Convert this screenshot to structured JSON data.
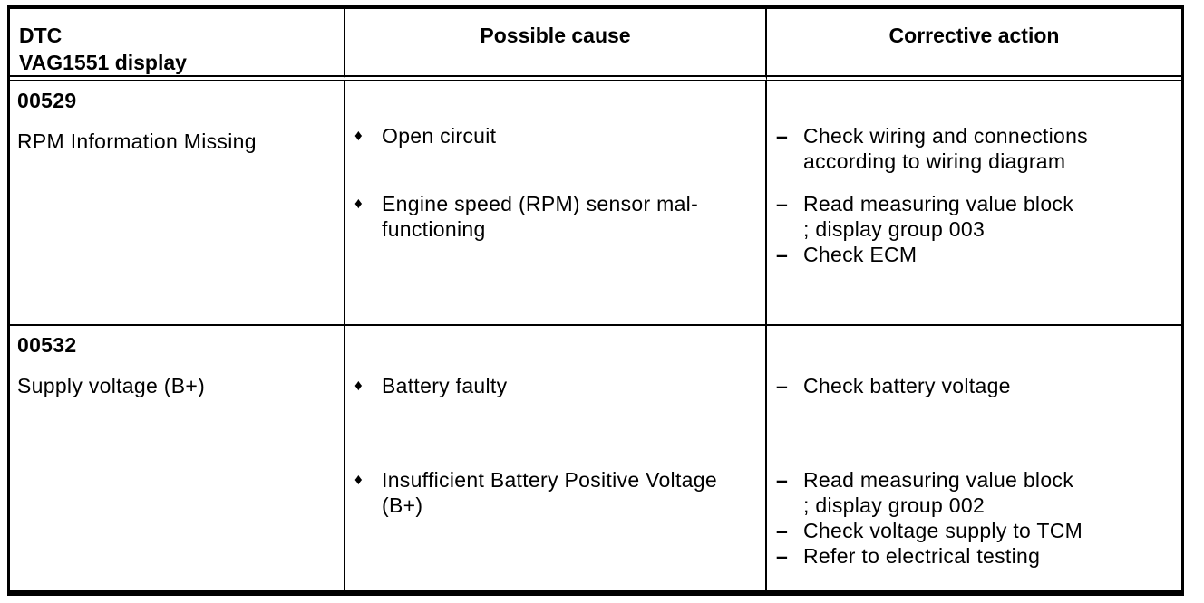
{
  "glyphs": {
    "cause_bullet": "♦",
    "action_dash": "–"
  },
  "table": {
    "columns": [
      "DTC\nVAG1551 display",
      "Possible cause",
      "Corrective action"
    ],
    "rows": [
      {
        "code": "00529",
        "name": "RPM Information Missing",
        "entries": [
          {
            "cause": "Open circuit",
            "actions": [
              "Check wiring and connections\naccording to wiring diagram"
            ]
          },
          {
            "cause": "Engine speed (RPM) sensor mal-\nfunctioning",
            "actions": [
              "Read measuring value block\n; display group 003",
              "Check ECM"
            ]
          }
        ]
      },
      {
        "code": "00532",
        "name": "Supply voltage (B+)",
        "entries": [
          {
            "cause": "Battery faulty",
            "actions": [
              "Check battery voltage"
            ]
          },
          {
            "cause": "Insufficient Battery Positive Voltage\n(B+)",
            "actions": [
              "Read measuring value block\n; display group 002",
              "Check voltage supply to TCM",
              "Refer to electrical testing"
            ]
          }
        ]
      }
    ]
  }
}
